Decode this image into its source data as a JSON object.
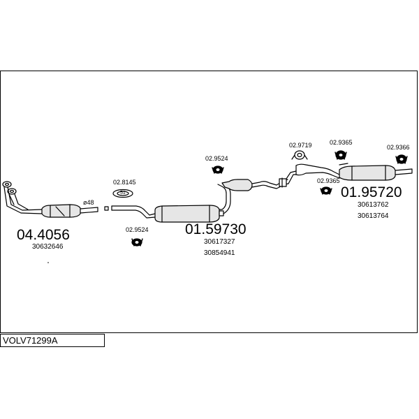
{
  "diagram": {
    "code": "VOLV71299A",
    "front_pipe": {
      "part_number": "04.4056",
      "oem_number": "30632646",
      "diameter_label": "ø48"
    },
    "centre_silencer": {
      "part_number": "01.59730",
      "oem_numbers": [
        "30617327",
        "30854941"
      ]
    },
    "rear_silencer": {
      "part_number": "01.95720",
      "oem_numbers": [
        "30613762",
        "30613764"
      ]
    },
    "fittings": {
      "gasket_1": "02.8145",
      "gasket_1_mark": "51",
      "rubber_mount_1": "02.9524",
      "rubber_mount_2": "02.9524",
      "clamp_1": "02.9719",
      "rubber_mount_3": "02.9365",
      "rubber_mount_4": "02.9365",
      "rubber_mount_5": "02.9366"
    }
  }
}
